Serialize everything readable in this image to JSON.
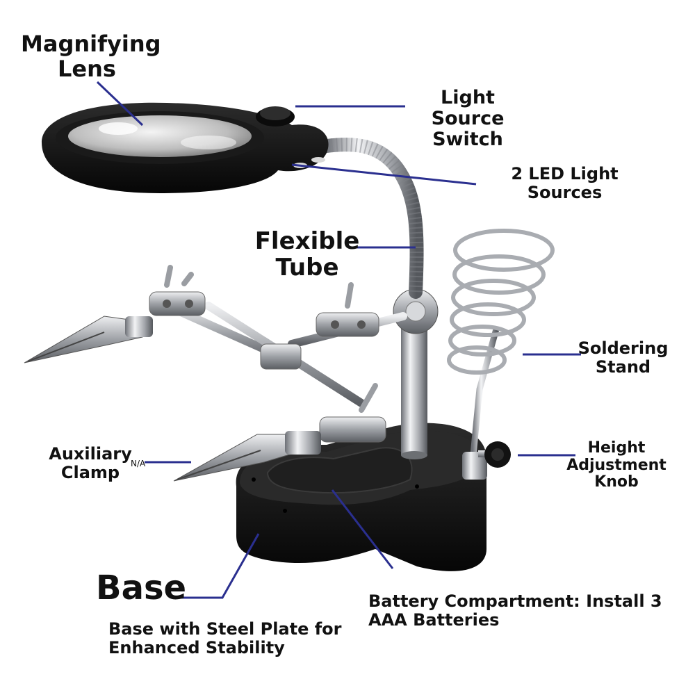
{
  "labels": {
    "magnifying_lens": "Magnifying\nLens",
    "light_source_switch": "Light Source\nSwitch",
    "led_light_sources": "2 LED Light\nSources",
    "flexible_tube": "Flexible\nTube",
    "soldering_stand": "Soldering\nStand",
    "auxiliary_clamp": "Auxiliary\nClamp",
    "na_mark": "N/A",
    "height_adjustment_knob": "Height\nAdjustment Knob",
    "base": "Base",
    "base_description": "Base with Steel Plate for\nEnhanced Stability",
    "battery_compartment": "Battery Compartment: Install 3\nAAA Batteries"
  },
  "colors": {
    "leader_line": "#2a2f8f",
    "text": "#111111",
    "plastic": "#151515",
    "metal": "#b9bcc0"
  }
}
